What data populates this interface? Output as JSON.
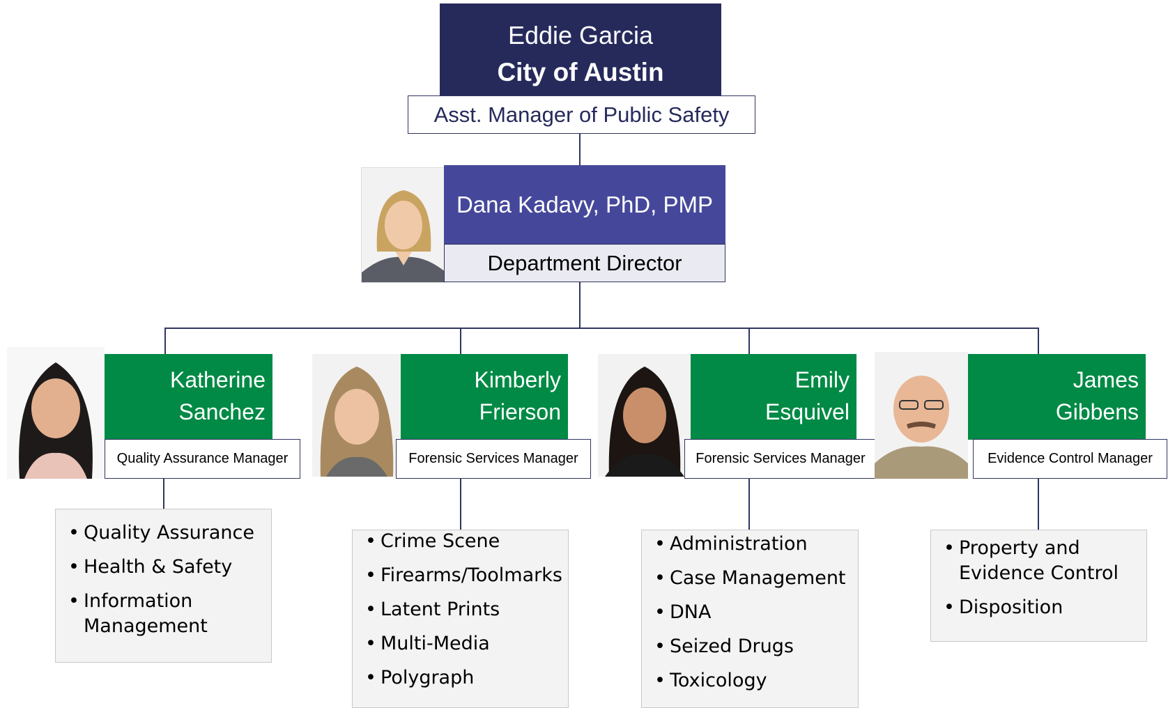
{
  "top": {
    "name": "Eddie Garcia",
    "org": "City of Austin",
    "title": "Asst. Manager of Public Safety"
  },
  "director": {
    "name": "Dana Kadavy, PhD, PMP",
    "title": "Department Director"
  },
  "managers": [
    {
      "first": "Katherine",
      "last": "Sanchez",
      "title": "Quality Assurance Manager",
      "duties": [
        "Quality Assurance",
        "Health & Safety",
        "Information Management"
      ]
    },
    {
      "first": "Kimberly",
      "last": "Frierson",
      "title": "Forensic Services Manager",
      "duties": [
        "Crime Scene",
        "Firearms/Toolmarks",
        "Latent Prints",
        "Multi-Media",
        "Polygraph"
      ]
    },
    {
      "first": "Emily",
      "last": "Esquivel",
      "title": "Forensic Services Manager",
      "duties": [
        "Administration",
        "Case Management",
        "DNA",
        "Seized Drugs",
        "Toxicology"
      ]
    },
    {
      "first": "James",
      "last": "Gibbens",
      "title": "Evidence Control Manager",
      "duties": [
        "Property and Evidence Control",
        "Disposition"
      ]
    }
  ],
  "colors": {
    "top_box": "#262a5b",
    "director_box": "#45489a",
    "manager_box": "#008a45",
    "connector": "#2f3560"
  }
}
